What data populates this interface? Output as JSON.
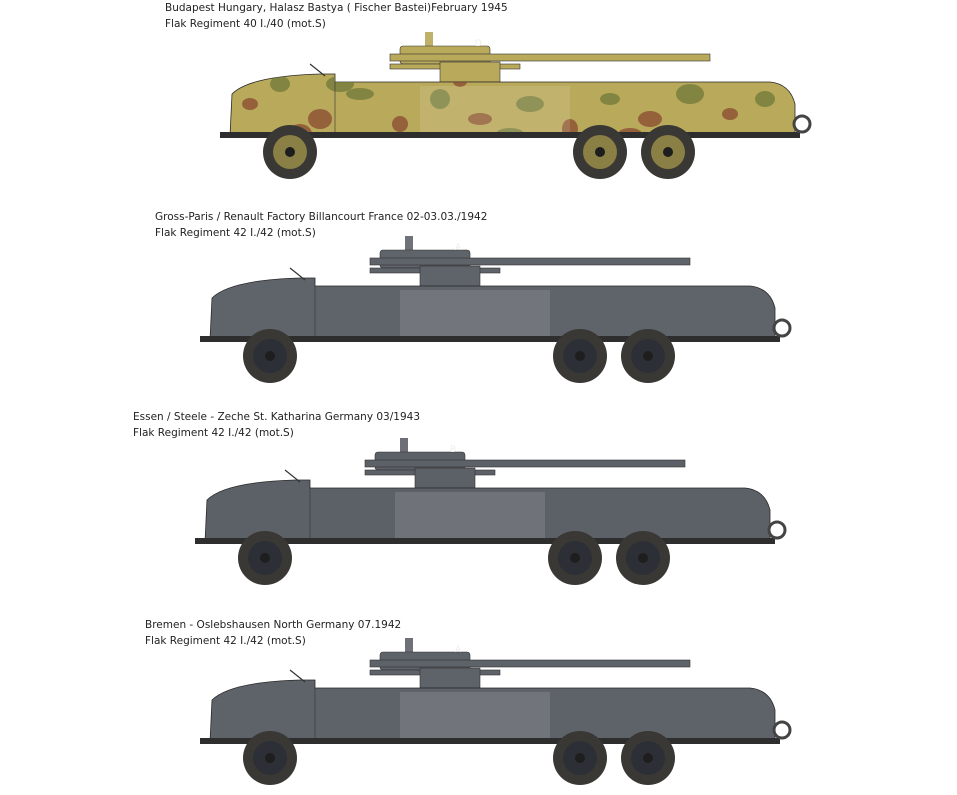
{
  "profiles": [
    {
      "location": "Budapest Hungary, Halasz Bastya ( Fischer Bastei)February 1945",
      "unit": "Flak Regiment 40  I./40 (mot.S)",
      "marking": "D",
      "body_color": "#b9a95a",
      "camo": true
    },
    {
      "location": "Gross-Paris / Renault Factory Billancourt France 02-03.03./1942",
      "unit": "Flak Regiment 42   I./42 (mot.S)",
      "marking": "A",
      "body_color": "#5f636a",
      "camo": false
    },
    {
      "location": "Essen / Steele - Zeche St. Katharina Germany 03/1943",
      "unit": "Flak Regiment 42   I./42 (mot.S)",
      "marking": "B",
      "body_color": "#5c6067",
      "camo": false
    },
    {
      "location": "Bremen - Oslebshausen North Germany 07.1942",
      "unit": "Flak Regiment 42   I./42 (mot.S)",
      "marking": "A",
      "body_color": "#5e6269",
      "camo": false
    }
  ],
  "colors": {
    "camo_green": "#6f7a3a",
    "camo_red": "#8a4a32",
    "tire": "#3a3834",
    "hub": "#2c2f36"
  }
}
